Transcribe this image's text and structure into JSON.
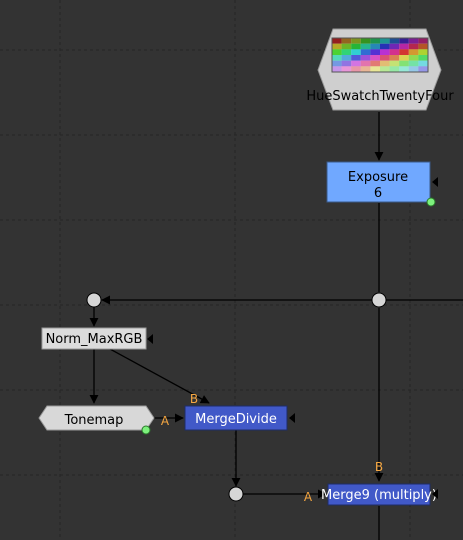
{
  "colors": {
    "background": "#333333",
    "grid": "#262626",
    "edge": "#000000",
    "exposure_fill": "#70a8ff",
    "merge_fill": "#4159c8",
    "norm_fill": "#dcdcdc",
    "tonemap_fill": "#d8d8d8",
    "read_fill": "#cfcfcf",
    "dot_fill": "#d6d6d6",
    "input_label": "#f5a742",
    "indicator": "#7df07d"
  },
  "nodes": {
    "read": {
      "label": "HueSwatchTwentyFour"
    },
    "exposure": {
      "label": "Exposure",
      "value": "6"
    },
    "norm": {
      "label": "Norm_MaxRGB"
    },
    "tonemap": {
      "label": "Tonemap"
    },
    "merge_divide": {
      "label": "MergeDivide"
    },
    "merge9": {
      "label": "Merge9 (multiply)"
    }
  },
  "inputs": {
    "merge_divide_b": "B",
    "merge_divide_a": "A",
    "merge9_b": "B",
    "merge9_a": "A"
  }
}
